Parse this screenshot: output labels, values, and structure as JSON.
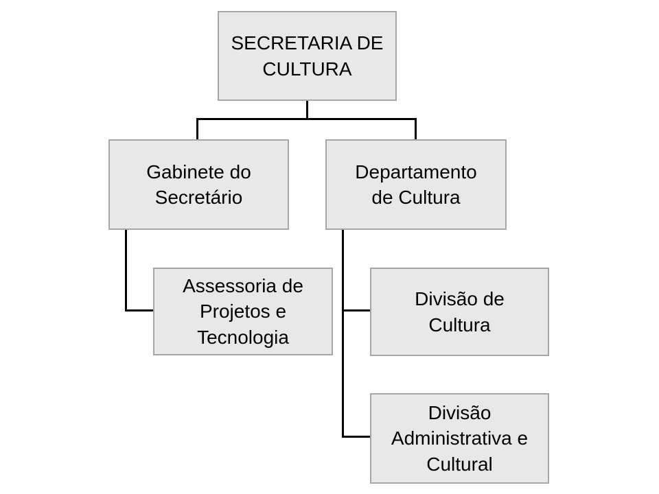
{
  "colors": {
    "box_fill": "#e8e8e8",
    "box_border": "#a6a6a6",
    "line_color": "#000000",
    "text_color": "#000000",
    "page_bg": "#ffffff"
  },
  "org_chart": {
    "type": "organizational-chart",
    "root": "SECRETARIA DE CULTURA",
    "nodes": [
      {
        "id": "secretaria-de-cultura",
        "label": "SECRETARIA DE\nCULTURA",
        "parent": null
      },
      {
        "id": "gabinete-do-secretario",
        "label": "Gabinete do\nSecretário",
        "parent": "secretaria-de-cultura"
      },
      {
        "id": "departamento-de-cultura",
        "label": "Departamento\nde Cultura",
        "parent": "secretaria-de-cultura"
      },
      {
        "id": "assessoria-de-projetos-e-tecnologia",
        "label": "Assessoria de\nProjetos e\nTecnologia",
        "parent": "gabinete-do-secretario"
      },
      {
        "id": "divisao-de-cultura",
        "label": "Divisão de\nCultura",
        "parent": "departamento-de-cultura"
      },
      {
        "id": "divisao-administrativa-e-cultural",
        "label": "Divisão\nAdministrativa e\nCultural",
        "parent": "departamento-de-cultura"
      }
    ]
  }
}
